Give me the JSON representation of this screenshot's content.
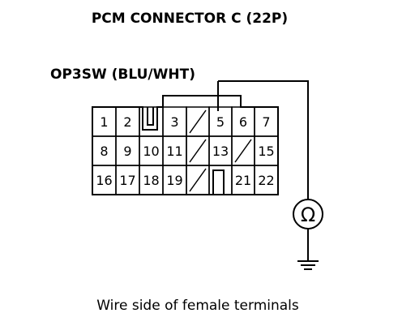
{
  "title": "PCM CONNECTOR C (22P)",
  "wire_label": "OP3SW (BLU/WHT)",
  "caption": "Wire side of female terminals",
  "meter_symbol": "Ω",
  "ground_symbol": "ground-icon",
  "rows": [
    [
      "1",
      "2",
      "",
      "3",
      "/",
      "5",
      "6",
      "7"
    ],
    [
      "8",
      "9",
      "10",
      "11",
      "/",
      "13",
      "/",
      "15"
    ],
    [
      "16",
      "17",
      "18",
      "19",
      "/",
      "",
      "21",
      "22"
    ]
  ]
}
